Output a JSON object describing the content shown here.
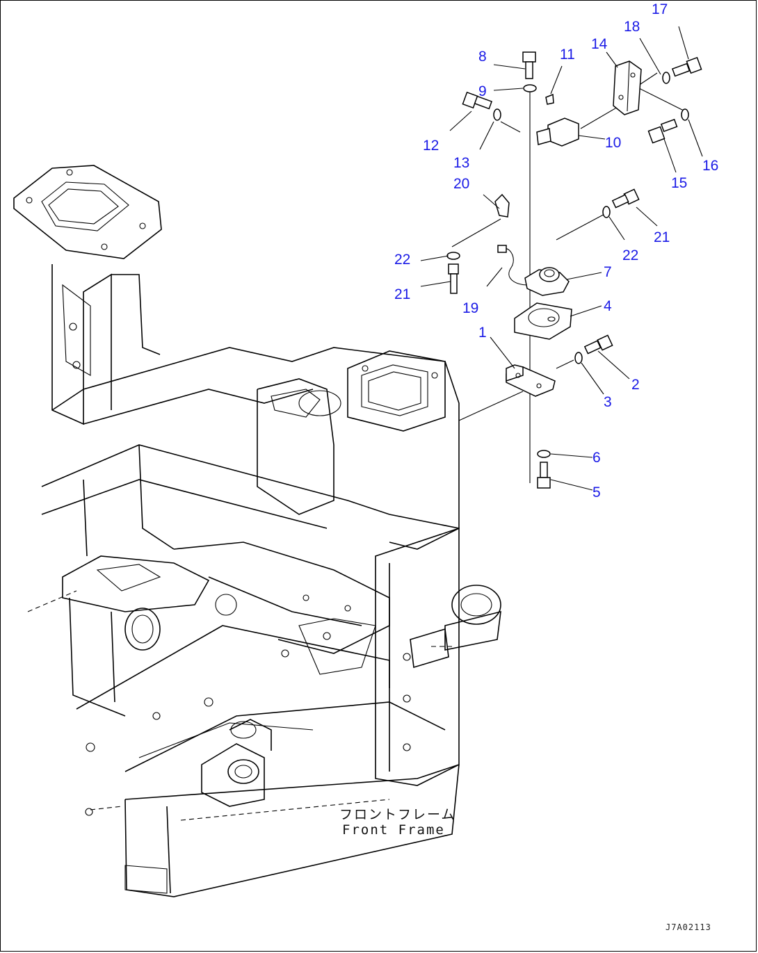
{
  "caption": {
    "jp": "フロントフレーム",
    "en": "Front Frame"
  },
  "drawing_code": "J7A02113",
  "callouts": [
    "1",
    "2",
    "3",
    "4",
    "5",
    "6",
    "7",
    "8",
    "9",
    "10",
    "11",
    "12",
    "13",
    "14",
    "15",
    "16",
    "17",
    "18",
    "19",
    "20",
    "21",
    "22",
    "21",
    "22"
  ],
  "colors": {
    "callout": "#1a1ae6",
    "line": "#000000",
    "background": "#ffffff"
  }
}
